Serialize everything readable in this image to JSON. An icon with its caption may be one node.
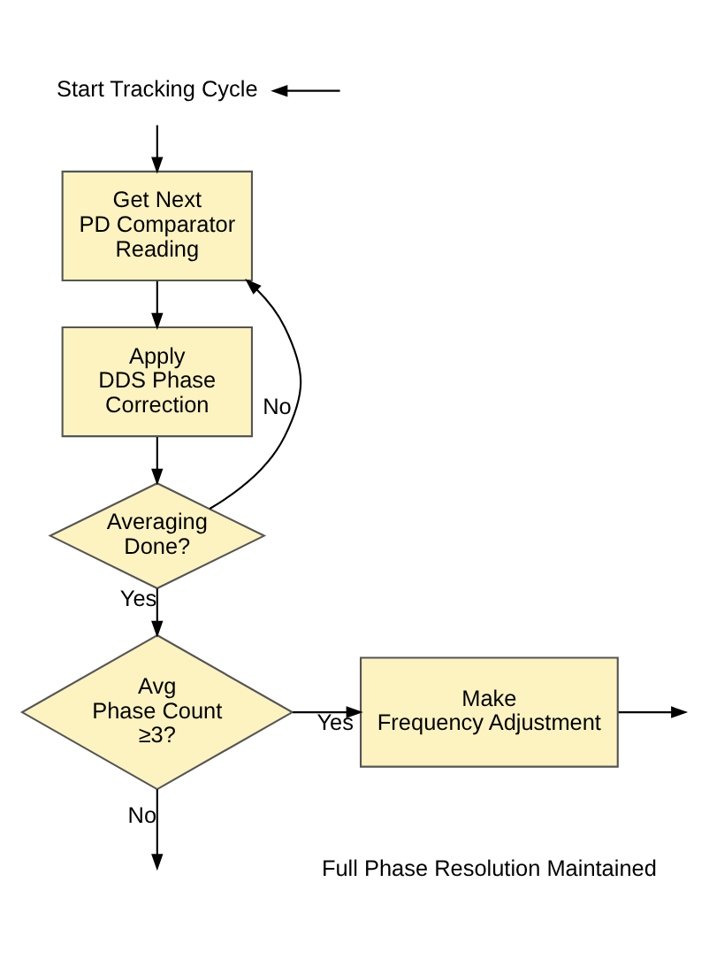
{
  "diagram": {
    "nodes": [
      {
        "text": [
          "Start Tracking Cycle"
        ]
      },
      {
        "text": [
          "Get Next PD Comparator Reading"
        ]
      },
      {
        "text": [
          "Apply DDS Phase Correction"
        ]
      },
      {
        "text": [
          "Averaging Done?"
        ]
      },
      {
        "text": [
          "Avg Phase Count ≥3?"
        ]
      },
      {
        "text": [
          "Make Frequency Adjustment"
        ]
      }
    ],
    "edges": [
      {
        "from": null,
        "to": 0,
        "arrow": "to"
      },
      {
        "from": 0,
        "to": 1,
        "arrow": "to"
      },
      {
        "from": 1,
        "to": 2,
        "arrow": "to"
      },
      {
        "from": 2,
        "to": 3,
        "arrow": "to"
      },
      {
        "from": 3,
        "to": 1,
        "label": "No",
        "arrow": "to"
      },
      {
        "from": 3,
        "to": 4,
        "label": "Yes",
        "arrow": "to"
      },
      {
        "from": 4,
        "to": 5,
        "label": "Yes",
        "arrow": "to"
      },
      {
        "from": 4,
        "to": null,
        "label": "No",
        "arrow": "to"
      },
      {
        "from": 5,
        "to": null,
        "arrow": "to"
      }
    ],
    "labels": [
      "Full Phase Resolution Maintained"
    ]
  }
}
